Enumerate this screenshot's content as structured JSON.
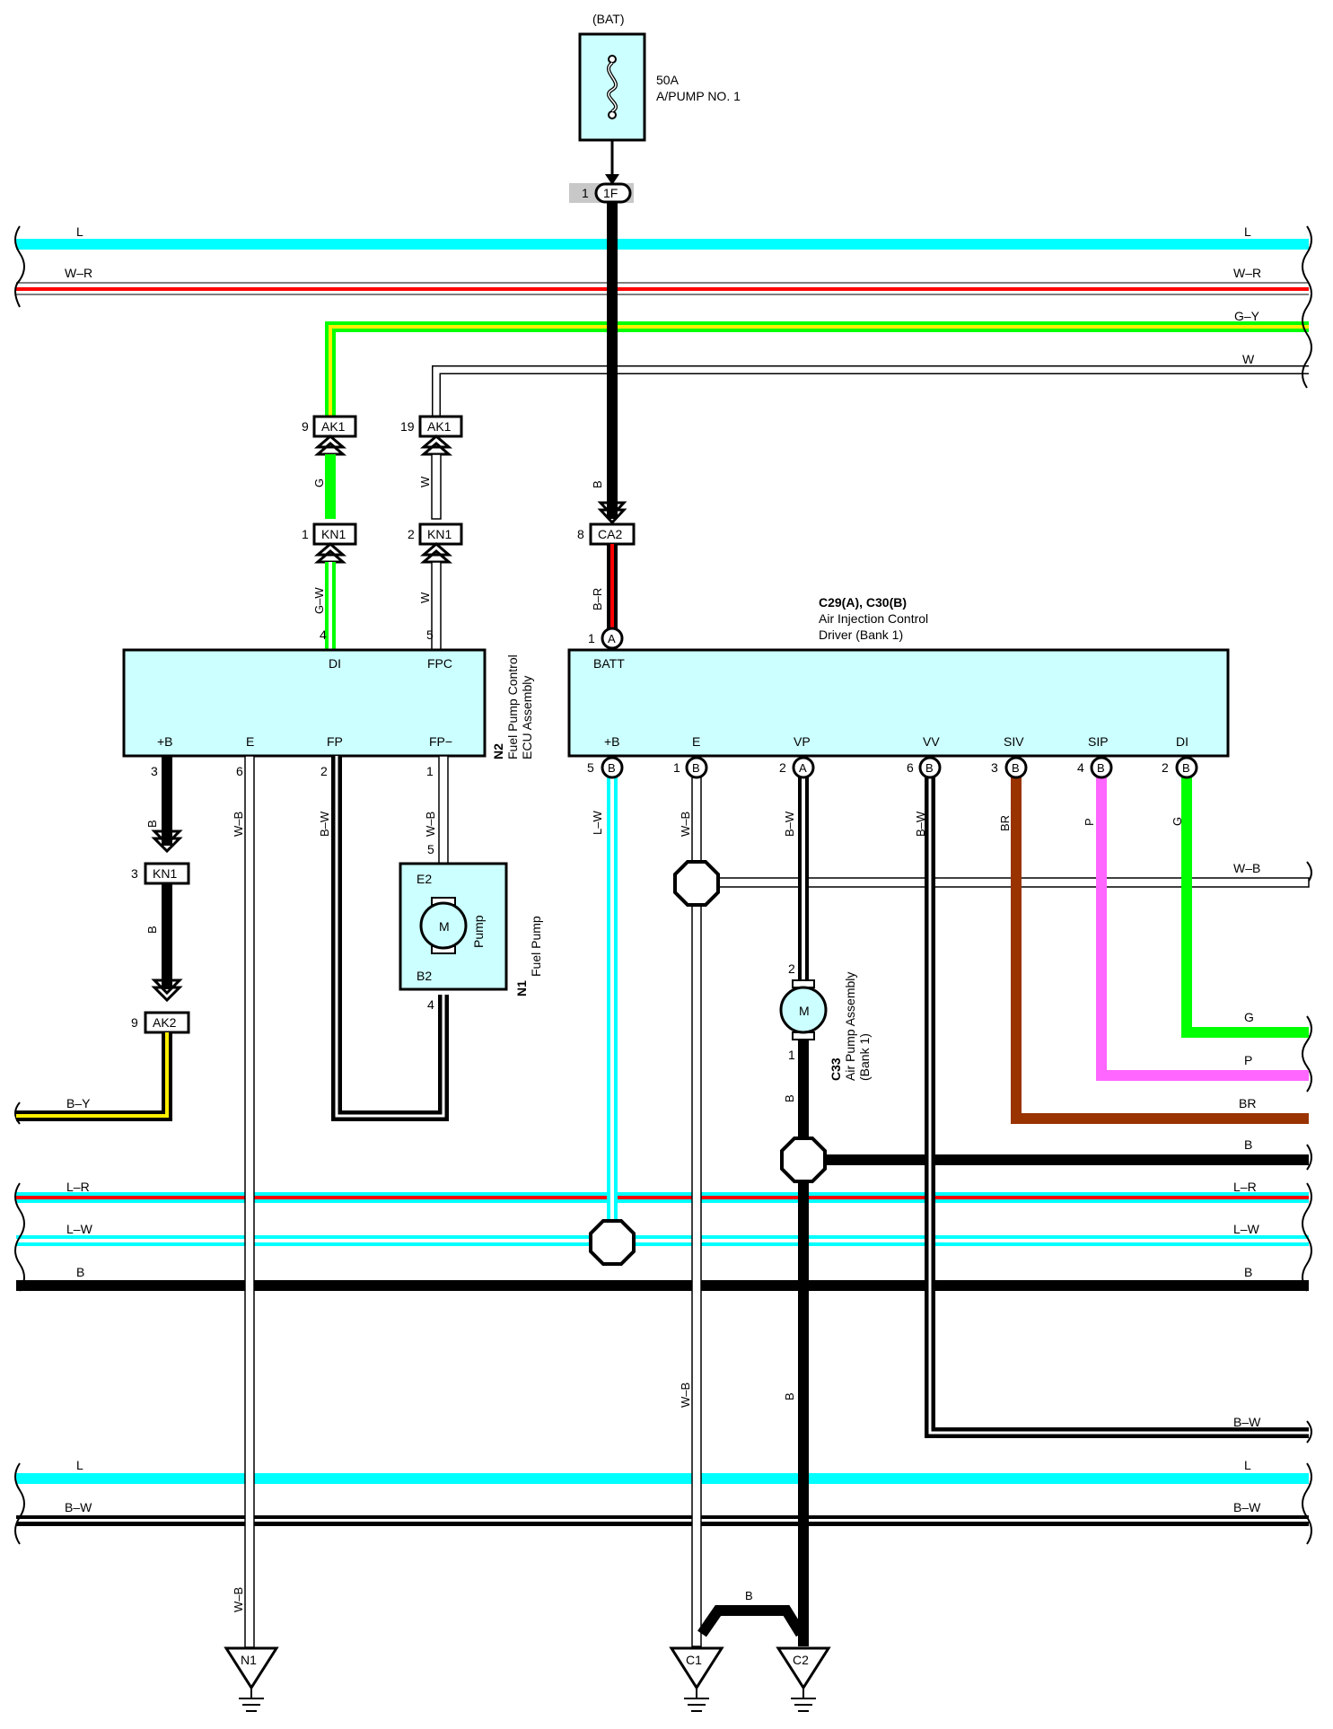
{
  "fuse": {
    "source": "(BAT)",
    "rating": "50A",
    "name": "A/PUMP NO. 1"
  },
  "j1f": {
    "pin": "1",
    "label": "1F"
  },
  "connectors": {
    "ak1_g": {
      "pin": "9",
      "label": "AK1"
    },
    "ak1_w": {
      "pin": "19",
      "label": "AK1"
    },
    "kn1_g": {
      "pin": "1",
      "label": "KN1"
    },
    "kn1_w": {
      "pin": "2",
      "label": "KN1"
    },
    "ca2": {
      "pin": "8",
      "label": "CA2"
    },
    "kn1_b": {
      "pin": "3",
      "label": "KN1"
    },
    "ak2": {
      "pin": "9",
      "label": "AK2"
    }
  },
  "ecu_n2": {
    "code": "N2",
    "name1": "Fuel Pump Control",
    "name2": "ECU Assembly",
    "top_pins": [
      {
        "num": "4",
        "name": "DI"
      },
      {
        "num": "5",
        "name": "FPC"
      }
    ],
    "bottom_pins": [
      {
        "num": "3",
        "name": "+B"
      },
      {
        "num": "6",
        "name": "E"
      },
      {
        "num": "2",
        "name": "FP"
      },
      {
        "num": "1",
        "name": "FP−"
      }
    ]
  },
  "driver_c29": {
    "code": "C29(A), C30(B)",
    "name1": "Air Injection Control",
    "name2": "Driver (Bank 1)",
    "top_pin": {
      "num": "1",
      "conn": "A",
      "name": "BATT"
    },
    "bottom_pins": [
      {
        "num": "5",
        "conn": "B",
        "name": "+B"
      },
      {
        "num": "1",
        "conn": "B",
        "name": "E"
      },
      {
        "num": "2",
        "conn": "A",
        "name": "VP"
      },
      {
        "num": "6",
        "conn": "B",
        "name": "VV"
      },
      {
        "num": "3",
        "conn": "B",
        "name": "SIV"
      },
      {
        "num": "4",
        "conn": "B",
        "name": "SIP"
      },
      {
        "num": "2",
        "conn": "B",
        "name": "DI"
      }
    ]
  },
  "fuel_pump": {
    "code": "N1",
    "name": "Fuel Pump",
    "inner": "Pump",
    "pin_top": "5",
    "pin_bottom": "4",
    "term_top": "E2",
    "term_bottom": "B2",
    "motor": "M"
  },
  "air_pump": {
    "code": "C33",
    "name1": "Air Pump Assembly",
    "name2": "(Bank 1)",
    "pin_top": "2",
    "pin_bottom": "1",
    "motor": "M"
  },
  "wire_labels": {
    "l": "L",
    "wr": "W–R",
    "gy": "G–Y",
    "w": "W",
    "g": "G",
    "gw": "G–W",
    "b": "B",
    "br_wire": "B–R",
    "bw": "B–W",
    "wb": "W–B",
    "lw": "L–W",
    "lr": "L–R",
    "by": "B–Y",
    "br": "BR",
    "p": "P"
  },
  "grounds": {
    "n1": "N1",
    "c1": "C1",
    "c2": "C2"
  },
  "colors": {
    "blue": "#00ffff",
    "red": "#ff0000",
    "green": "#00ff00",
    "yellow": "#ffee00",
    "brown": "#993300",
    "pink": "#ff66ff",
    "box_fill": "#ccffff"
  }
}
